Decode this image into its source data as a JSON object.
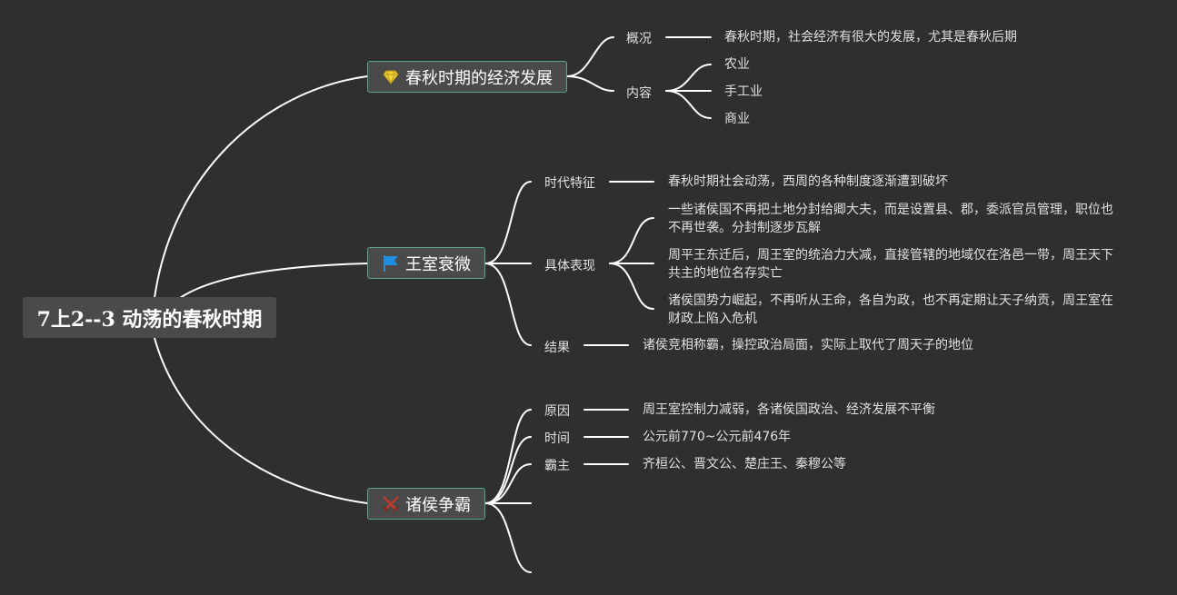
{
  "root": {
    "title": "7上2--3 动荡的春秋时期"
  },
  "branches": {
    "economy": {
      "title": "春秋时期的经济发展",
      "icon": "diamond-icon",
      "gaikuang_label": "概况",
      "gaikuang_text": "春秋时期，社会经济有很大的发展，尤其是春秋后期",
      "neirong_label": "内容",
      "neirong_items": [
        "农业",
        "手工业",
        "商业"
      ]
    },
    "royal": {
      "title": "王室衰微",
      "icon": "flag-icon",
      "era_label": "时代特征",
      "era_text": "春秋时期社会动荡，西周的各种制度逐渐遭到破坏",
      "detail_label": "具体表现",
      "details": [
        "一些诸侯国不再把土地分封给卿大夫，而是设置县、郡，委派官员管理，职位也不再世袭。分封制逐步瓦解",
        "周平王东迁后，周王室的统治力大减，直接管辖的地域仅在洛邑一带，周王天下共主的地位名存实亡",
        "诸侯国势力崛起，不再听从王命，各自为政，也不再定期让天子纳贡，周王室在财政上陷入危机"
      ],
      "result_label": "结果",
      "result_text": "诸侯竞相称霸，操控政治局面，实际上取代了周天子的地位"
    },
    "hegemony": {
      "title": "诸侯争霸",
      "icon": "crossed-swords-icon",
      "cause_label": "原因",
      "cause_text": "周王室控制力减弱，各诸侯国政治、经济发展不平衡",
      "time_label": "时间",
      "time_text": "公元前770~公元前476年",
      "hegemons_label": "霸主",
      "hegemons_text": "齐桓公、晋文公、楚庄王、秦穆公等"
    }
  },
  "colors": {
    "background": "#2f2f2f",
    "line": "#ffffff",
    "topic_border": "#5aa58f"
  }
}
